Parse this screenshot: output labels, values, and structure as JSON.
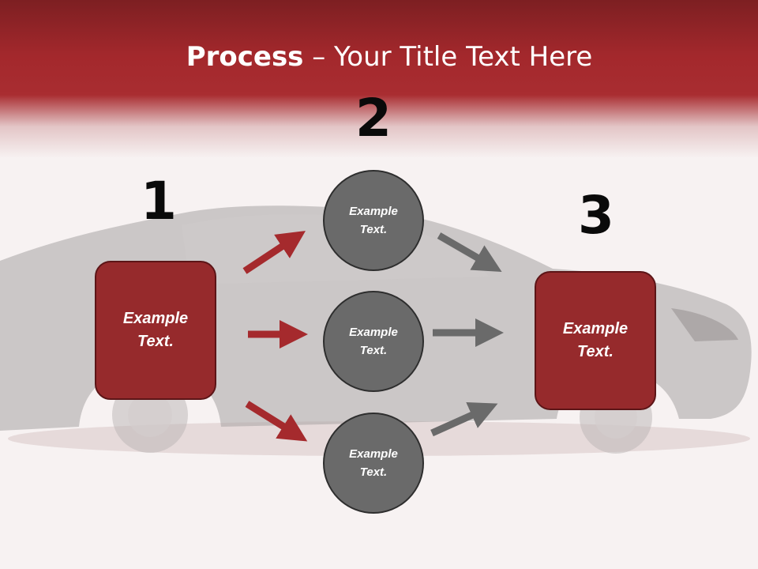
{
  "title": {
    "bold": "Process",
    "rest": " – Your Title Text Here"
  },
  "steps": [
    {
      "number": "1",
      "line1": "Example",
      "line2": "Text."
    },
    {
      "number": "2"
    },
    {
      "number": "3",
      "line1": "Example",
      "line2": "Text."
    }
  ],
  "circles": [
    {
      "line1": "Example",
      "line2": "Text."
    },
    {
      "line1": "Example",
      "line2": "Text."
    },
    {
      "line1": "Example",
      "line2": "Text."
    }
  ],
  "colors": {
    "red_box": "#962a2c",
    "grey_circle": "#6a6a6a",
    "red_arrow": "#a52a2d",
    "grey_arrow": "#6a6a6a"
  }
}
